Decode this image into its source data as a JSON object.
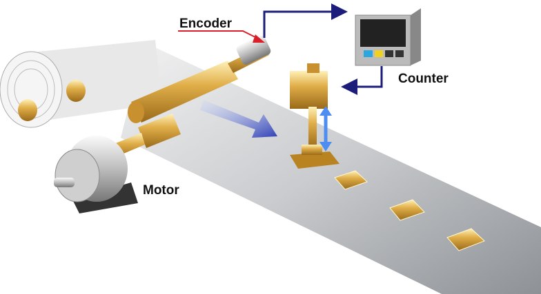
{
  "labels": {
    "encoder": "Encoder",
    "counter": "Counter",
    "motor": "Motor"
  },
  "colors": {
    "arrow_navy": "#1c1c7a",
    "encoder_pointer": "#d8202a",
    "gold": "#d9a43a",
    "belt": "#b9bcc0",
    "motion_arrow": "#3a56c8"
  }
}
